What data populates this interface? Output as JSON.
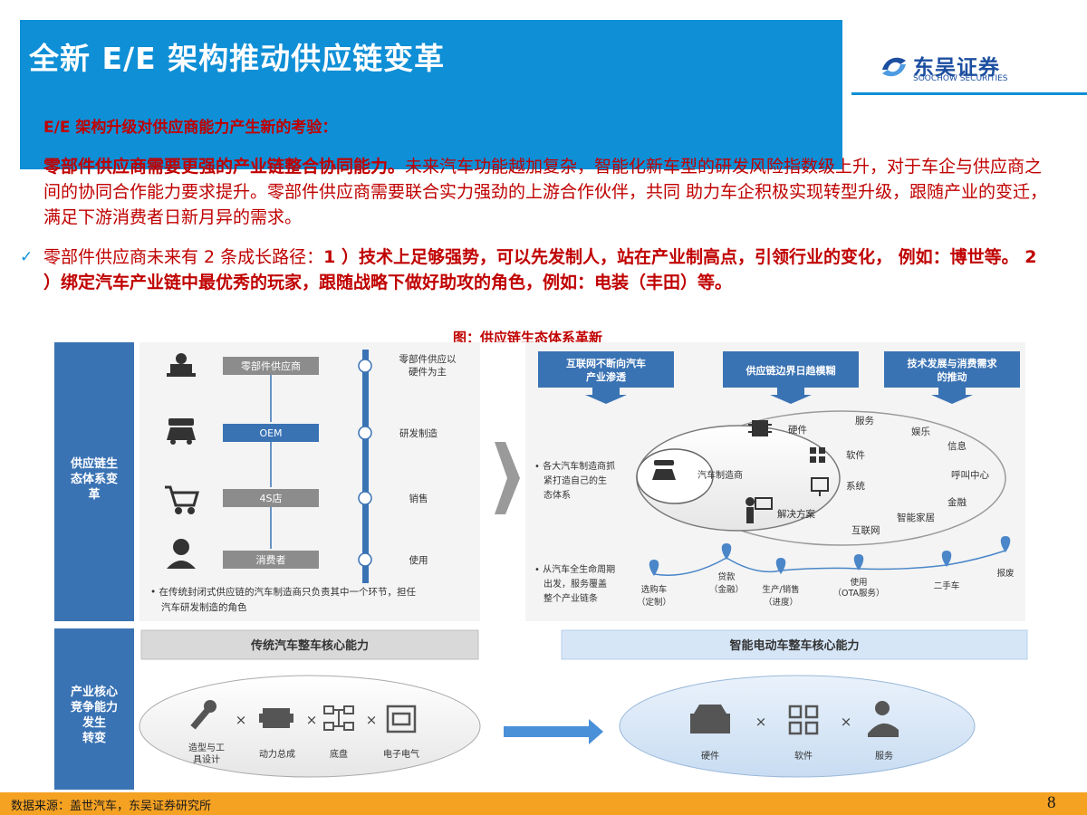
{
  "title": "全新 E/E 架构推动供应链变革",
  "logo": {
    "name_cn": "东吴证券",
    "name_en": "SOOCHOW SECURITIES",
    "mark": "SCS"
  },
  "subheading": "E/E 架构升级对供应商能力产生新的考验：",
  "paragraph1": {
    "bold": "零部件供应商需要更强的产业链整合协同能力。",
    "rest": "未来汽车功能越加复杂，智能化新车型的研发风险指数级上升，对于车企与供应商之间的协同合作能力要求提升。零部件供应商需要联合实力强劲的上游合作伙伴，共同 助力车企积极实现转型升级，跟随产业的变迁，满足下游消费者日新月异的需求。"
  },
  "paragraph2": {
    "normal": "零部件供应商未来有 2 条成长路径：",
    "bold": "1 ）技术上足够强势，可以先发制人，站在产业制高点，引领行业的变化， 例如：博世等。 2 ）绑定汽车产业链中最优秀的玩家，跟随战略下做好助攻的角色，例如：电装（丰田）等。"
  },
  "figure_caption": "图：供应链生态体系革新",
  "diagram": {
    "section1_label": "供应链生态体系变革",
    "section2_label": "产业核心竞争能力发生转变",
    "traditional_chain": [
      {
        "box": "零部件供应商",
        "note": "零部件供应以硬件为主"
      },
      {
        "box": "OEM",
        "note": "研发制造"
      },
      {
        "box": "4S店",
        "note": "销售"
      },
      {
        "box": "消费者",
        "note": "使用"
      }
    ],
    "traditional_footnote": "在传统封闭式供应链的汽车制造商只负责其中一个环节，担任汽车研发制造的角色",
    "drivers": [
      "互联网不断向汽车产业渗透",
      "供应链边界日趋模糊",
      "技术发展与消费需求的推动"
    ],
    "ecosystem_note": "各大汽车制造商抓紧打造自己的生态体系",
    "ecosystem_center": "汽车制造商",
    "ecosystem_inner": [
      "硬件",
      "软件",
      "系统",
      "解决方案"
    ],
    "ecosystem_outer": [
      "服务",
      "娱乐",
      "信息",
      "呼叫中心",
      "金融",
      "智能家居",
      "互联网"
    ],
    "lifecycle_note": "从汽车全生命周期出发，服务覆盖整个产业链条",
    "lifecycle_points": [
      "选购车（定制）",
      "贷款（金融）",
      "生产/销售（进度）",
      "使用（OTA服务）",
      "二手车",
      "报废"
    ],
    "traditional_core_title": "传统汽车整车核心能力",
    "traditional_core_items": [
      "造型与工具设计",
      "动力总成",
      "底盘",
      "电子电气"
    ],
    "smart_core_title": "智能电动车整车核心能力",
    "smart_core_items": [
      "硬件",
      "软件",
      "服务"
    ],
    "times": "×"
  },
  "footer": {
    "source": "数据来源：盖世汽车，东吴证券研究所",
    "page": "8"
  },
  "colors": {
    "title_bar": "#0f8fd6",
    "accent_red": "#c00000",
    "footer_bar": "#f5a223",
    "diagram_blue": "#3a73b4"
  }
}
